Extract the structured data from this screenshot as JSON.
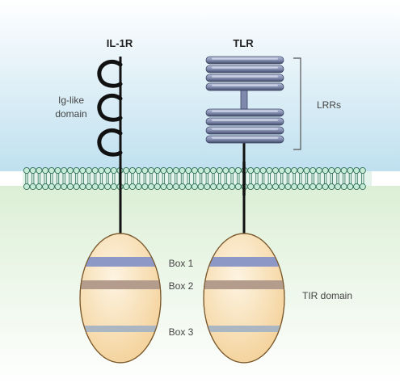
{
  "labels": {
    "il1r": "IL-1R",
    "tlr": "TLR",
    "ig_like_line1": "Ig-like",
    "ig_like_line2": "domain",
    "lrrs": "LRRs",
    "box1": "Box 1",
    "box2": "Box 2",
    "box3": "Box 3",
    "tir_domain": "TIR domain"
  },
  "colors": {
    "extracellular_top": "#ffffff",
    "extracellular_bottom": "#bfe0ef",
    "cytoplasm_top": "#dcefd6",
    "cytoplasm_bottom": "#ffffff",
    "membrane_head": "#c6ecd8",
    "membrane_head_stroke": "#2f6d56",
    "membrane_tail": "#3d7f66",
    "receptor_line": "#111111",
    "tir_fill_light": "#fdf4e2",
    "tir_fill_dark": "#f3cf94",
    "tir_stroke": "#7c5a2d",
    "box1_color": "#8d98c6",
    "box2_color": "#b49c8d",
    "box3_color": "#aab7c3",
    "lrr_fill": "#7f89ab",
    "lrr_light": "#b7c0dc",
    "lrr_dark": "#3f4766",
    "bracket": "#555555"
  }
}
